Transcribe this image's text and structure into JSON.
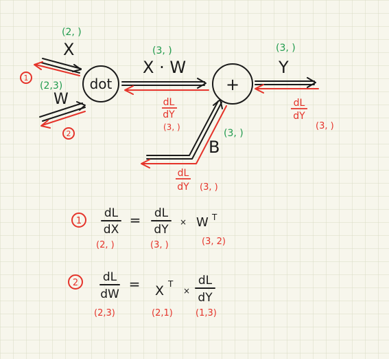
{
  "diagram": {
    "nodes": {
      "dot": "dot",
      "plus": "+"
    },
    "labels": {
      "x_name": "X",
      "x_shape": "(2, )",
      "w_name": "W",
      "w_shape": "(2,3)",
      "xw_name": "X · W",
      "xw_shape": "(3, )",
      "y_name": "Y",
      "y_shape": "(3, )",
      "b_name": "B",
      "b_shape": "(3, )"
    },
    "gradients": {
      "dl": "dL",
      "dy": "dY",
      "mid_shape": "(3, )",
      "right_shape": "(3, )",
      "bottom_shape": "(3, )"
    },
    "markers": {
      "one": "1",
      "two": "2"
    }
  },
  "equations": {
    "eq1": {
      "marker": "1",
      "lhs_num": "dL",
      "lhs_den": "dX",
      "eq": "=",
      "rhs_num": "dL",
      "rhs_den": "dY",
      "times": "×",
      "w_t": "W",
      "t": "T",
      "shape_lhs": "(2, )",
      "shape_dy": "(3, )",
      "shape_wt": "(3, 2)"
    },
    "eq2": {
      "marker": "2",
      "lhs_num": "dL",
      "lhs_den": "dW",
      "eq": "=",
      "x_t": "X",
      "t": "T",
      "times": "×",
      "rhs_num": "dL",
      "rhs_den": "dY",
      "shape_lhs": "(2,3)",
      "shape_xt": "(2,1)",
      "shape_dy": "(1,3)"
    }
  },
  "colors": {
    "ink": "#1a1a1a",
    "gradient": "#e5332a",
    "shape": "#1f9a4c",
    "grid": "#d9dcc4",
    "paper": "#f7f6ec"
  }
}
